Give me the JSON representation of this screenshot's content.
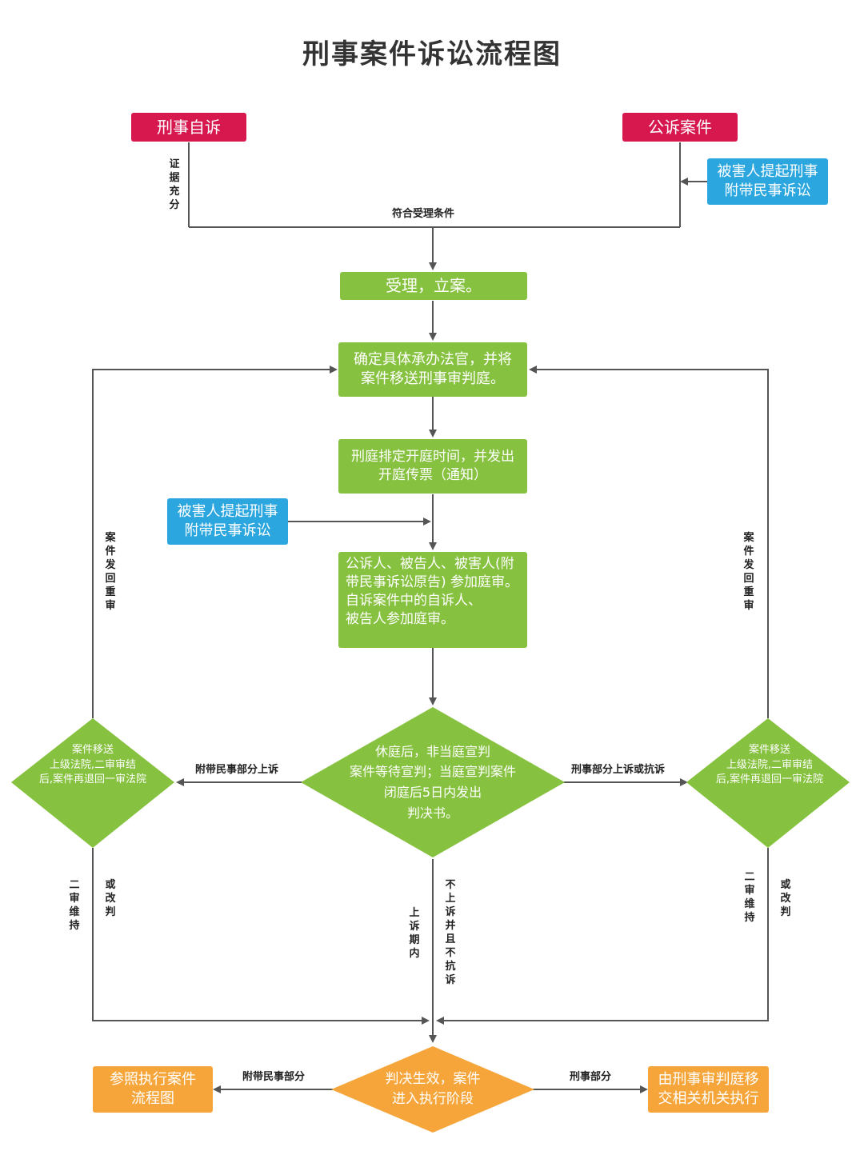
{
  "title": "刑事案件诉讼流程图",
  "nodes": {
    "self_suit": "刑事自诉",
    "public_case": "公诉案件",
    "victim_civil_top": "被害人提起刑事附带民事诉讼",
    "accept": "受理，立案。",
    "assign_judge": "确定具体承办法官，并将案件移送刑事审判庭。",
    "schedule": "刑庭排定开庭时间，并发出开庭传票（通知）",
    "victim_civil_mid": "被害人提起刑事附带民事诉讼",
    "parties_attend": "公诉人、被告人、被害人(附带民事诉讼原告) 参加庭审。自诉案件中的自诉人、被告人参加庭审。",
    "judgment": "休庭后，非当庭宣判案件等待宣判；当庭宣判案件闭庭后5日内发出判决书。",
    "left_transfer": "案件移送上级法院,二审审结后,案件再退回一审法院",
    "right_transfer": "案件移送上级法院,二审审结后,案件再退回一审法院",
    "effective": "判决生效，案件进入执行阶段",
    "refer_flow": "参照执行案件流程图",
    "criminal_exec": "由刑事审判庭移交相关机关执行"
  },
  "node_lines": {
    "victim_civil_top": [
      "被害人提起刑事",
      "附带民事诉讼"
    ],
    "assign_judge": [
      "确定具体承办法官，并将",
      "案件移送刑事审判庭。"
    ],
    "schedule": [
      "刑庭排定开庭时间，并发出",
      "开庭传票（通知）"
    ],
    "victim_civil_mid": [
      "被害人提起刑事",
      "附带民事诉讼"
    ],
    "parties_attend": [
      "公诉人、被告人、被害人(附",
      "带民事诉讼原告) 参加庭审。",
      "自诉案件中的自诉人、",
      "被告人参加庭审。"
    ],
    "judgment": [
      "休庭后，非当庭宣判",
      "案件等待宣判；当庭宣判案件",
      "闭庭后5日内发出",
      "判决书。"
    ],
    "left_transfer": [
      "案件移送",
      "上级法院,二审审结",
      "后,案件再退回一审法院"
    ],
    "right_transfer": [
      "案件移送",
      "上级法院,二审审结",
      "后,案件再退回一审法院"
    ],
    "effective": [
      "判决生效，案件",
      "进入执行阶段"
    ],
    "refer_flow": [
      "参照执行案件",
      "流程图"
    ],
    "criminal_exec": [
      "由刑事审判庭移",
      "交相关机关执行"
    ]
  },
  "edge_labels": {
    "evidence_sufficient": "证据充分",
    "meets_conditions": "符合受理条件",
    "remand_left": "案件发回重审",
    "remand_right": "案件发回重审",
    "civil_appeal": "附带民事部分上诉",
    "criminal_appeal": "刑事部分上诉或抗诉",
    "uphold_left": "二审维持",
    "amend_left": "或改判",
    "uphold_right": "二审维持",
    "amend_right": "或改判",
    "appeal_period": "上诉期内",
    "no_appeal": "不上诉并且不抗诉",
    "civil_part": "附带民事部分",
    "criminal_part": "刑事部分"
  },
  "colors": {
    "red": "#d6184f",
    "blue": "#2ba6df",
    "green": "#86c13f",
    "orange": "#f6a53a",
    "line": "#555555"
  }
}
